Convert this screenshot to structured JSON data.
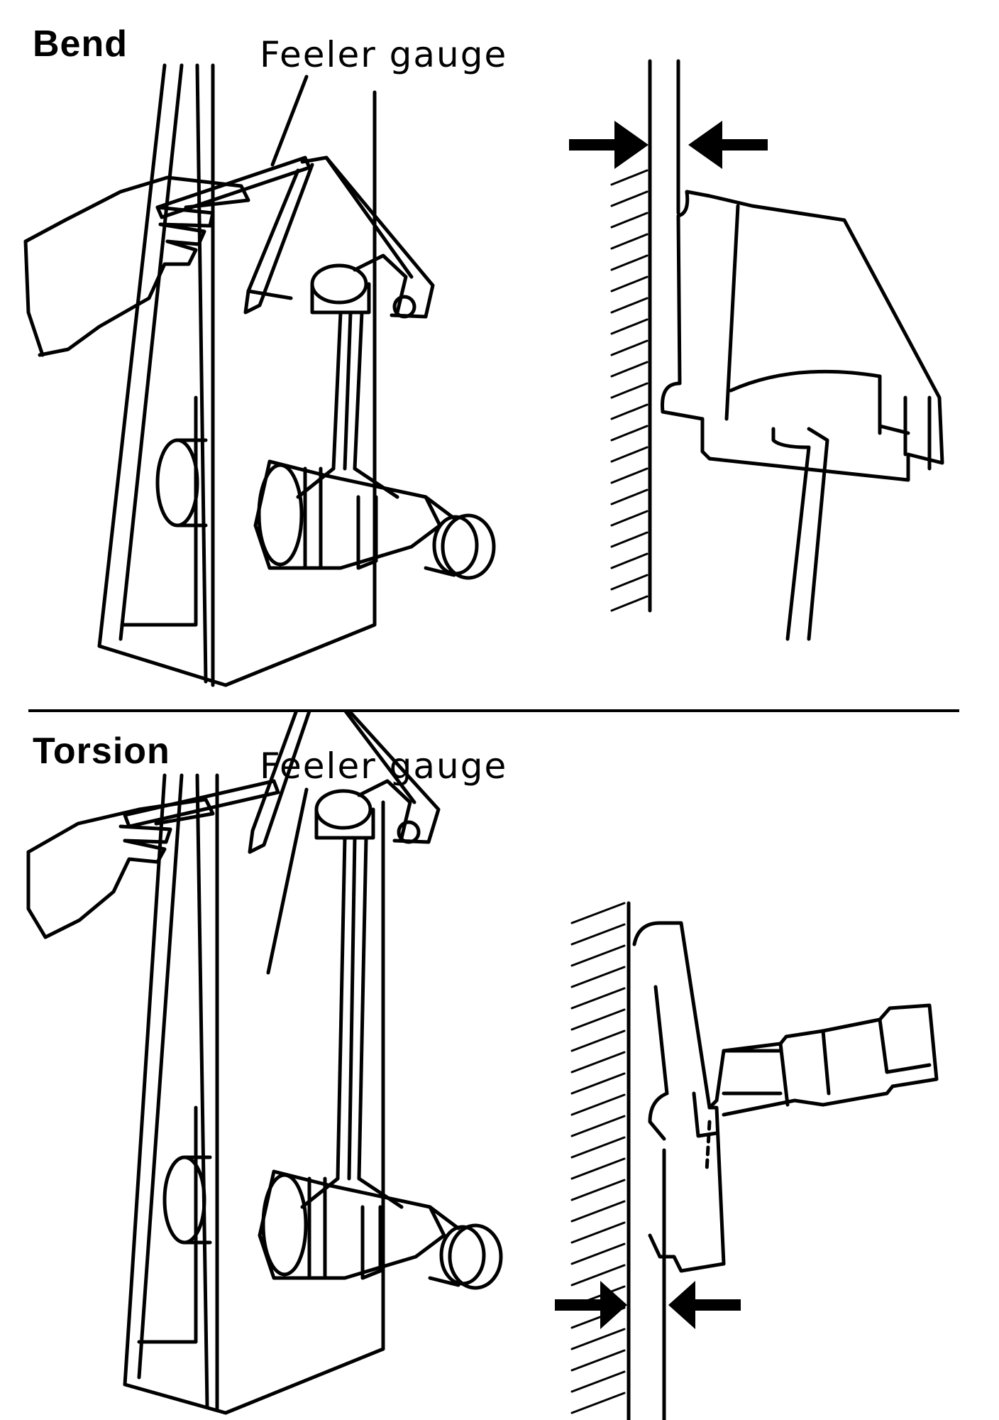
{
  "bend": {
    "heading": "Bend",
    "callout": "Feeler gauge"
  },
  "torsion": {
    "heading": "Torsion",
    "callout": "Feeler gauge"
  },
  "colors": {
    "ink": "#000000",
    "paper": "#ffffff"
  }
}
